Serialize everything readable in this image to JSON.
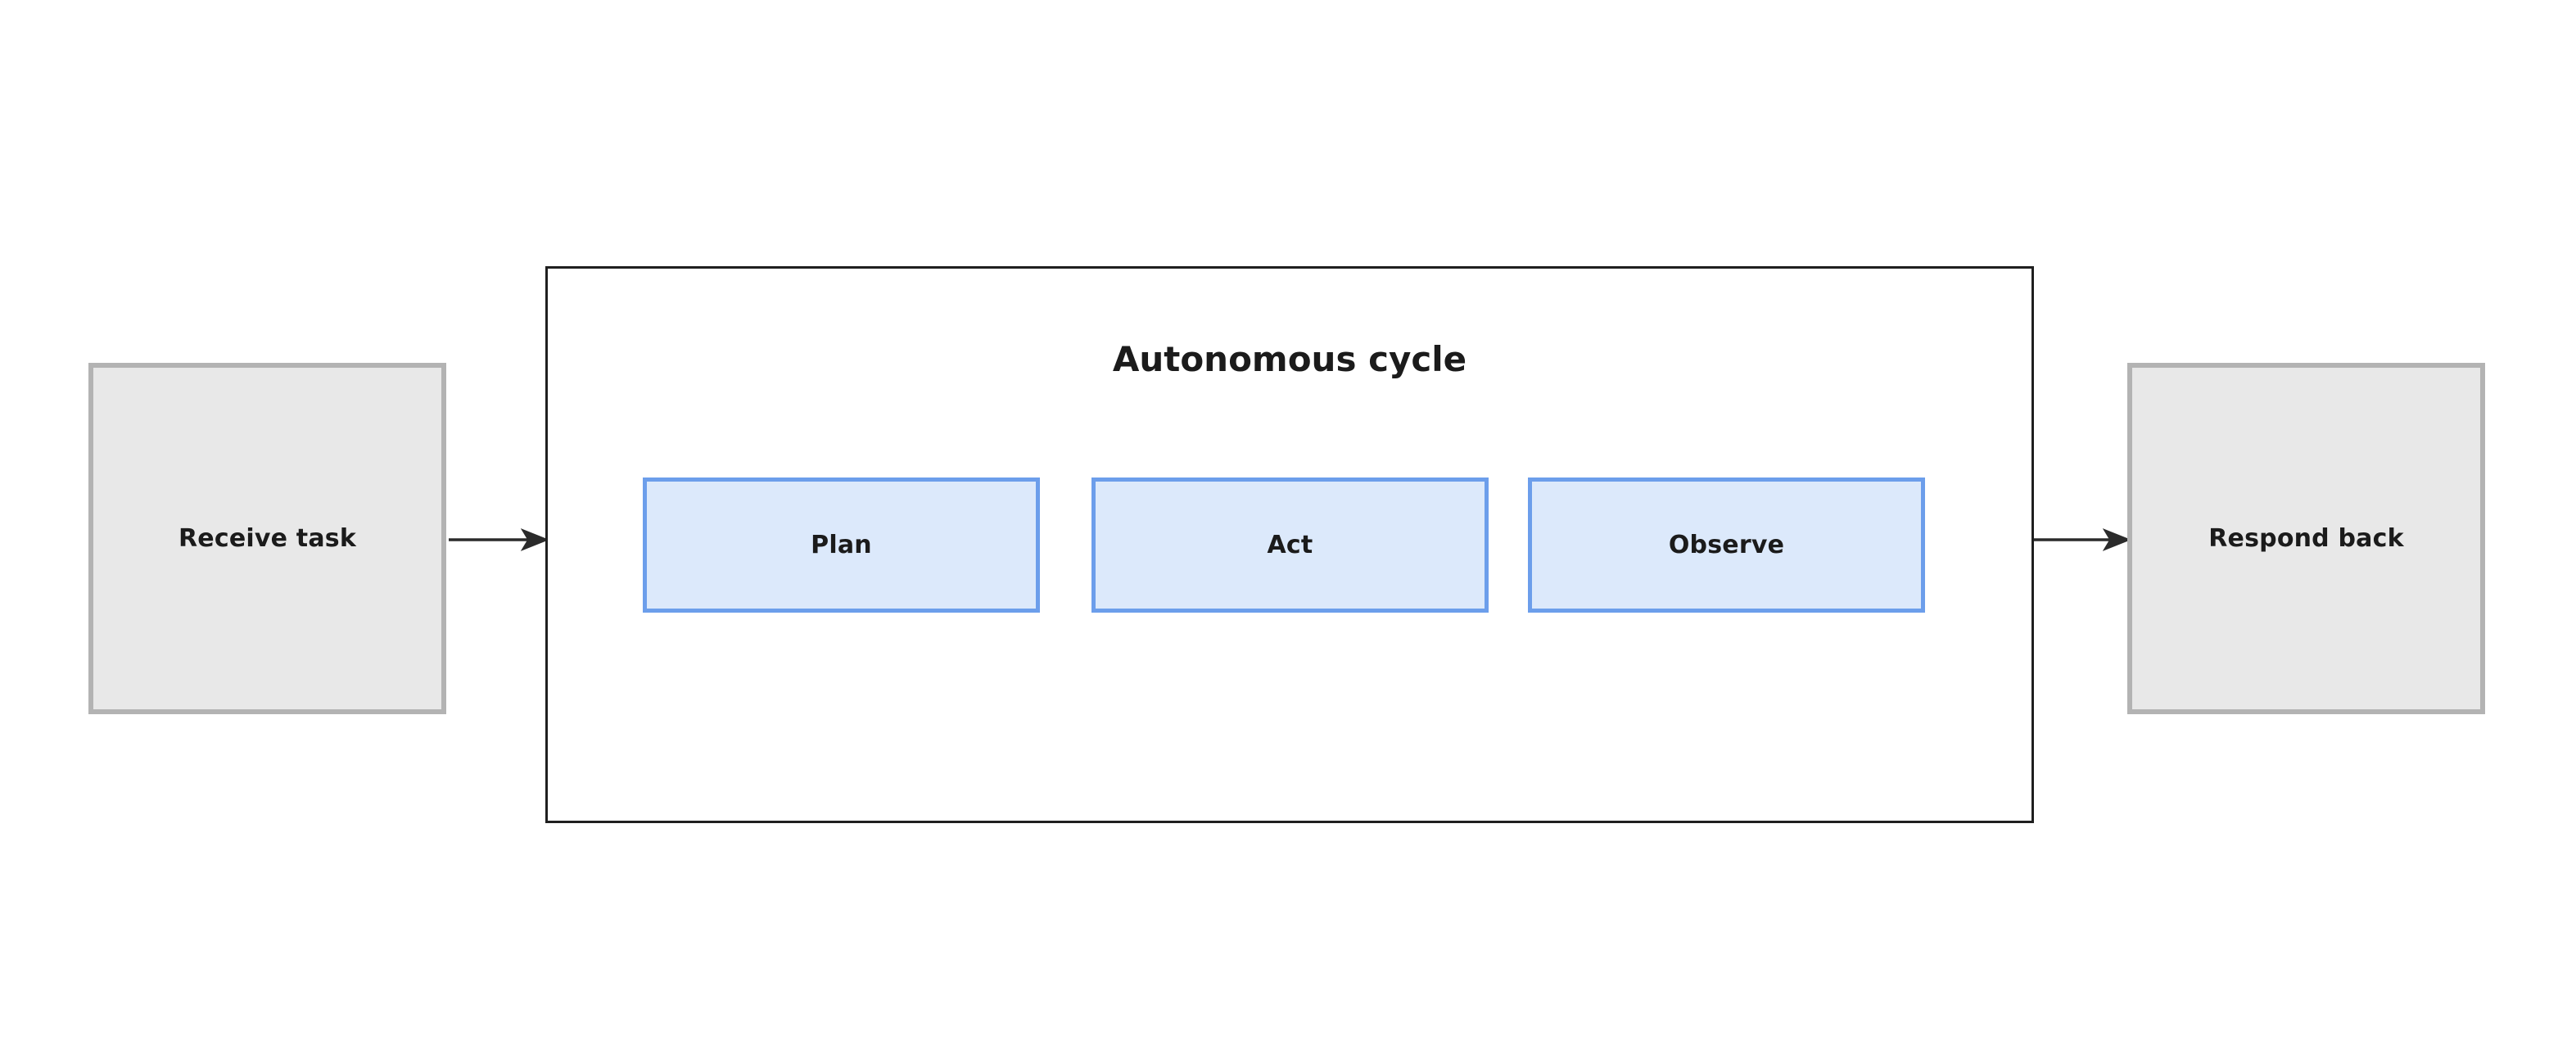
{
  "diagram": {
    "type": "flowchart",
    "background": "#ffffff",
    "palette": {
      "grey_fill": "#e8e8e8",
      "grey_stroke": "#b3b3b3",
      "blue_fill": "#dce9fb",
      "blue_stroke": "#6c9eeb",
      "container_stroke": "#1f1f1f",
      "connector_stroke": "#2b2b2b",
      "text": "#1b1b1b"
    },
    "nodes": {
      "receive_task": {
        "label": "Receive task",
        "shape": "rectangle",
        "style": "grey"
      },
      "respond_back": {
        "label": "Respond back",
        "shape": "rectangle",
        "style": "grey"
      },
      "plan": {
        "label": "Plan",
        "shape": "rectangle",
        "style": "blue"
      },
      "act": {
        "label": "Act",
        "shape": "rectangle",
        "style": "blue"
      },
      "observe": {
        "label": "Observe",
        "shape": "rectangle",
        "style": "blue"
      }
    },
    "container": {
      "title": "Autonomous cycle",
      "contains": [
        "plan",
        "act",
        "observe"
      ]
    },
    "edges": [
      {
        "from": "receive_task",
        "to": "container",
        "kind": "arrow"
      },
      {
        "from": "plan",
        "to": "act",
        "kind": "arrow"
      },
      {
        "from": "act",
        "to": "observe",
        "kind": "arrow"
      },
      {
        "from": "container",
        "to": "respond_back",
        "kind": "arrow"
      },
      {
        "from": "observe",
        "to": "plan",
        "kind": "feedback-loop-arrow"
      }
    ]
  }
}
